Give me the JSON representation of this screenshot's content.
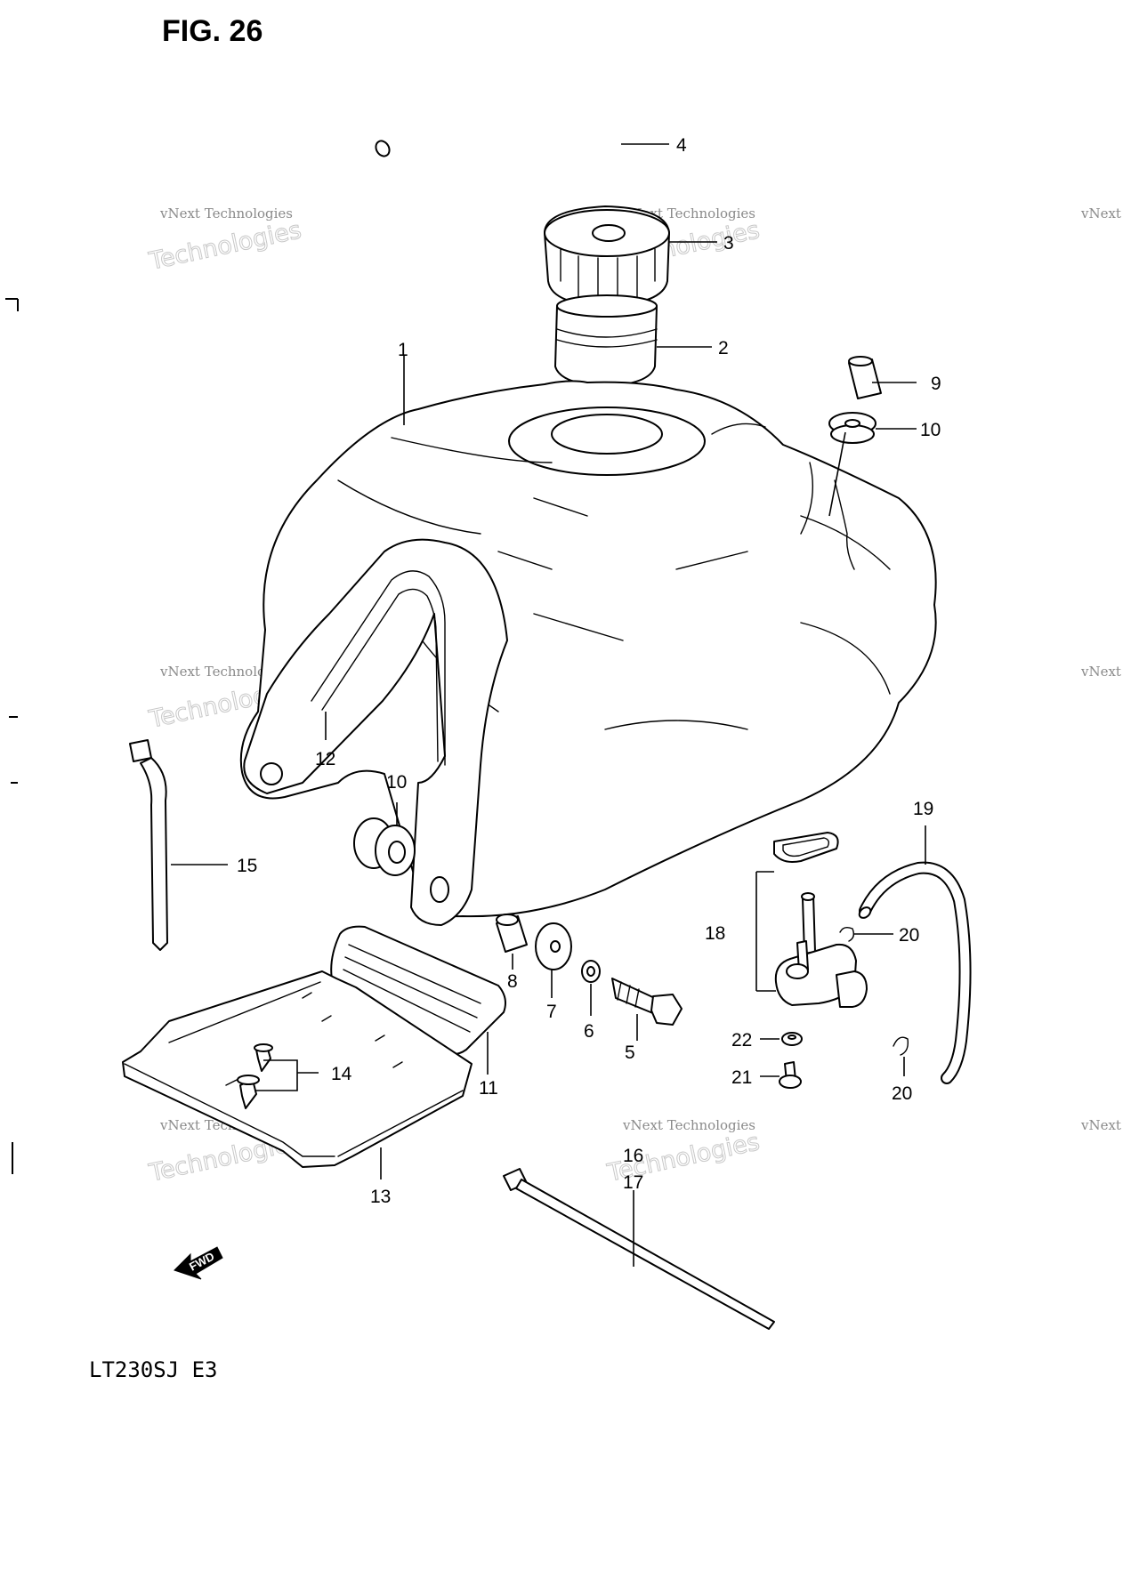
{
  "figure": {
    "title": "FIG. 26",
    "model_code": "LT230SJ  E3",
    "forward_marker": "FWD"
  },
  "watermark": {
    "line1": "vNext Technologies",
    "line2": "Technologies",
    "line3": "vNext"
  },
  "callouts": [
    "1",
    "2",
    "3",
    "4",
    "5",
    "6",
    "7",
    "8",
    "9",
    "10",
    "10",
    "11",
    "12",
    "13",
    "14",
    "15",
    "16",
    "17",
    "18",
    "19",
    "20",
    "20",
    "21",
    "22"
  ]
}
